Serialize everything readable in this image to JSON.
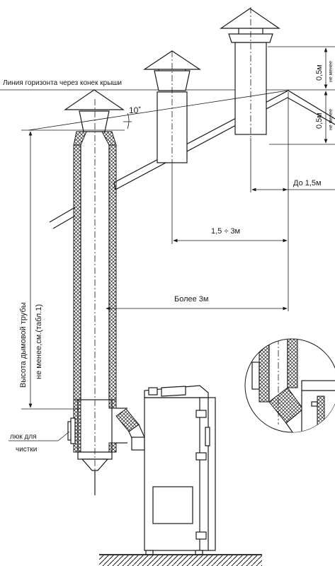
{
  "labels": {
    "horizon_line": "Линия горизонта через конек крыши",
    "angle": "10˚",
    "height_05_top": "0,5м",
    "not_less_top": "не менее",
    "height_05_bottom": "0,5м",
    "not_less_bottom": "не менее",
    "up_to_15": "До 1,5м",
    "range_15_3": "1,5 ÷ 3м",
    "more_3": "Более 3м",
    "chimney_height_line1": "Высота дымовой трубы",
    "chimney_height_line2": "не менее,см.(табл.1)",
    "hatch_line1": "люк для",
    "hatch_line2": "чистки"
  },
  "colors": {
    "line": "#1a1a1a",
    "background": "#ffffff"
  }
}
